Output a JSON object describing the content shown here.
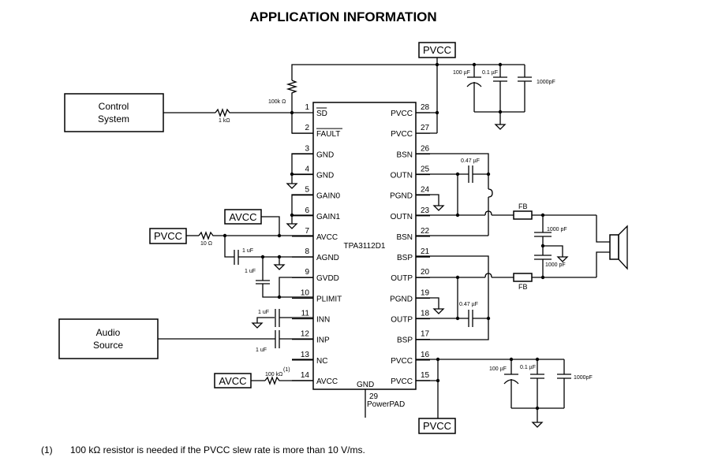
{
  "title": "APPLICATION INFORMATION",
  "ic": {
    "name": "TPA3112D1",
    "left_pins": [
      {
        "num": "1",
        "name": "SD",
        "overbar": true
      },
      {
        "num": "2",
        "name": "FAULT",
        "overbar": true
      },
      {
        "num": "3",
        "name": "GND"
      },
      {
        "num": "4",
        "name": "GND"
      },
      {
        "num": "5",
        "name": "GAIN0"
      },
      {
        "num": "6",
        "name": "GAIN1"
      },
      {
        "num": "7",
        "name": "AVCC"
      },
      {
        "num": "8",
        "name": "AGND"
      },
      {
        "num": "9",
        "name": "GVDD"
      },
      {
        "num": "10",
        "name": "PLIMIT"
      },
      {
        "num": "11",
        "name": "INN"
      },
      {
        "num": "12",
        "name": "INP"
      },
      {
        "num": "13",
        "name": "NC"
      },
      {
        "num": "14",
        "name": "AVCC"
      }
    ],
    "right_pins": [
      {
        "num": "28",
        "name": "PVCC"
      },
      {
        "num": "27",
        "name": "PVCC"
      },
      {
        "num": "26",
        "name": "BSN"
      },
      {
        "num": "25",
        "name": "OUTN"
      },
      {
        "num": "24",
        "name": "PGND"
      },
      {
        "num": "23",
        "name": "OUTN"
      },
      {
        "num": "22",
        "name": "BSN"
      },
      {
        "num": "21",
        "name": "BSP"
      },
      {
        "num": "20",
        "name": "OUTP"
      },
      {
        "num": "19",
        "name": "PGND"
      },
      {
        "num": "18",
        "name": "OUTP"
      },
      {
        "num": "17",
        "name": "BSP"
      },
      {
        "num": "16",
        "name": "PVCC"
      },
      {
        "num": "15",
        "name": "PVCC"
      }
    ],
    "bottom_pin": {
      "num": "29",
      "name": "GND",
      "label": "PowerPAD"
    }
  },
  "blocks": {
    "control": [
      "Control",
      "System"
    ],
    "audio": [
      "Audio",
      "Source"
    ]
  },
  "rails": {
    "pvcc": "PVCC",
    "avcc": "AVCC"
  },
  "components": {
    "r_pullup": "100k Ω",
    "r_sd": "1 kΩ",
    "r_pvcc_avcc": "10 Ω",
    "c_avcc": "1 uF",
    "c_gvdd": "1 uF",
    "c_inn": "1 uF",
    "c_inp": "1 uF",
    "r_avcc14": "100 kΩ",
    "r_avcc14_note": "(1)",
    "c_top_bulk": "100 µF",
    "c_top_mid": "0.1 µF",
    "c_top_hf": "1000pF",
    "c_bsn": "0.47 µF",
    "c_bsp": "0.47 µF",
    "fb_top": "FB",
    "fb_bot": "FB",
    "c_out_top": "1000 pF",
    "c_out_bot": "1000 pF",
    "c_bot_bulk": "100 µF",
    "c_bot_mid": "0.1 µF",
    "c_bot_hf": "1000pF"
  },
  "footnote": {
    "marker": "(1)",
    "text": "100 kΩ resistor is needed if the PVCC slew rate is more than 10 V/ms."
  }
}
